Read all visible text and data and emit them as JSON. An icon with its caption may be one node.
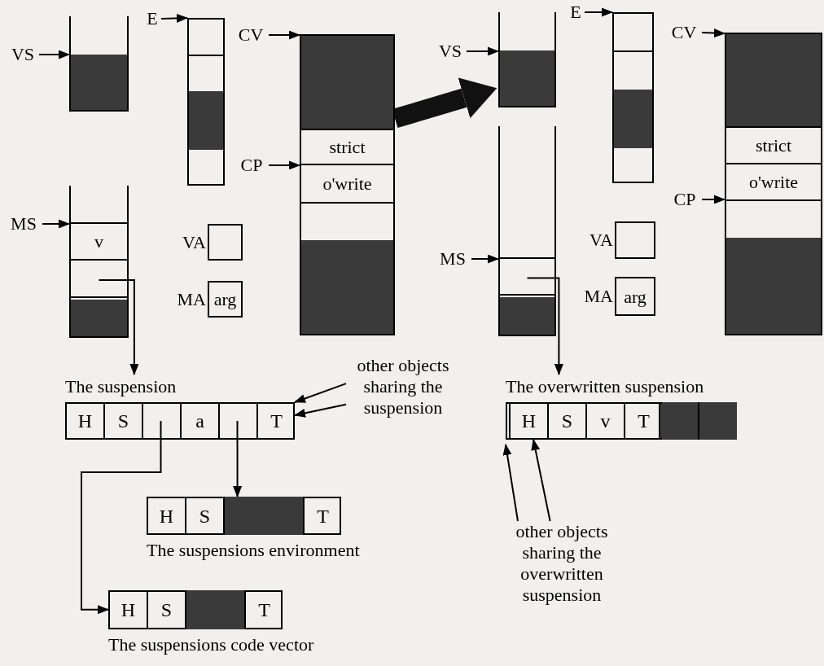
{
  "diagram": {
    "nodes": [
      {
        "text": [
          "VS"
        ]
      },
      {
        "text": [],
        "shape": "box"
      },
      {
        "text": [
          "E"
        ]
      },
      {
        "text": [],
        "shape": "box"
      },
      {
        "text": [
          "CV"
        ]
      },
      {
        "text": [],
        "shape": "box"
      },
      {
        "text": [
          "strict"
        ],
        "in": 5
      },
      {
        "text": [
          "o'write"
        ],
        "in": 5
      },
      {
        "text": [
          "CP"
        ]
      },
      {
        "text": [
          "MS"
        ]
      },
      {
        "text": [],
        "shape": "box"
      },
      {
        "text": [
          "v"
        ],
        "in": 10
      },
      {
        "text": [],
        "shape": "box",
        "in": 10
      },
      {
        "text": [],
        "shape": "box",
        "beside": [
          "VA"
        ]
      },
      {
        "text": [
          "arg"
        ],
        "beside": [
          "MA"
        ]
      },
      {
        "text": [
          "The suspension"
        ]
      },
      {
        "text": [
          "H"
        ],
        "in": 15
      },
      {
        "text": [
          "S"
        ],
        "in": 15
      },
      {
        "text": [],
        "shape": "box",
        "in": 15
      },
      {
        "text": [
          "a"
        ],
        "in": 15
      },
      {
        "text": [],
        "shape": "box",
        "in": 15
      },
      {
        "text": [
          "T"
        ],
        "in": 15
      },
      {
        "text": [
          "other objects sharing the suspension"
        ]
      },
      {
        "text": [
          "The suspensions environment"
        ]
      },
      {
        "text": [
          "H"
        ],
        "in": 23
      },
      {
        "text": [
          "S"
        ],
        "in": 23
      },
      {
        "text": [
          "T"
        ],
        "in": 23
      },
      {
        "text": [
          "The suspensions code vector"
        ]
      },
      {
        "text": [
          "H"
        ],
        "in": 27
      },
      {
        "text": [
          "S"
        ],
        "in": 27
      },
      {
        "text": [
          "T"
        ],
        "in": 27
      },
      {
        "text": [
          "VS"
        ]
      },
      {
        "text": [],
        "shape": "box"
      },
      {
        "text": [
          "E"
        ]
      },
      {
        "text": [],
        "shape": "box"
      },
      {
        "text": [
          "CV"
        ]
      },
      {
        "text": [],
        "shape": "box"
      },
      {
        "text": [
          "strict"
        ],
        "in": 36
      },
      {
        "text": [
          "o'write"
        ],
        "in": 36
      },
      {
        "text": [
          "CP"
        ]
      },
      {
        "text": [
          "MS"
        ]
      },
      {
        "text": [],
        "shape": "box"
      },
      {
        "text": [],
        "shape": "box",
        "in": 41
      },
      {
        "text": [],
        "shape": "box",
        "beside": [
          "VA"
        ]
      },
      {
        "text": [
          "arg"
        ],
        "beside": [
          "MA"
        ]
      },
      {
        "text": [
          "The overwritten suspension"
        ]
      },
      {
        "text": [
          "H"
        ],
        "in": 45
      },
      {
        "text": [
          "S"
        ],
        "in": 45
      },
      {
        "text": [
          "v"
        ],
        "in": 45
      },
      {
        "text": [
          "T"
        ],
        "in": 45
      },
      {
        "text": [
          "other objects sharing the overwritten suspension"
        ]
      },
      {
        "text": [],
        "shape": "box",
        "in": 5
      },
      {
        "text": [],
        "shape": "box",
        "in": 5
      },
      {
        "text": [],
        "shape": "box",
        "in": 36
      },
      {
        "text": [],
        "shape": "box",
        "in": 36
      }
    ],
    "edges": [
      {
        "from": 0,
        "to": 1,
        "arrow": "to"
      },
      {
        "from": 2,
        "to": 3,
        "arrow": "to"
      },
      {
        "from": 4,
        "to": 5,
        "arrow": "to"
      },
      {
        "from": 8,
        "to": 5,
        "arrow": "to"
      },
      {
        "from": 9,
        "to": 10,
        "arrow": "to"
      },
      {
        "from": 12,
        "to": 15,
        "arrow": "to"
      },
      {
        "from": 18,
        "to": 27,
        "arrow": "to"
      },
      {
        "from": 20,
        "to": 23,
        "arrow": "to"
      },
      {
        "from": 22,
        "to": 15,
        "arrow": "to"
      },
      {
        "from": 22,
        "to": 21,
        "arrow": "to"
      },
      {
        "from": 31,
        "to": 32,
        "arrow": "to"
      },
      {
        "from": 33,
        "to": 34,
        "arrow": "to"
      },
      {
        "from": 35,
        "to": 36,
        "arrow": "to"
      },
      {
        "from": 39,
        "to": 36,
        "arrow": "to"
      },
      {
        "from": 40,
        "to": 41,
        "arrow": "to"
      },
      {
        "from": 42,
        "to": 45,
        "arrow": "to"
      },
      {
        "from": 50,
        "to": 45,
        "arrow": "to"
      },
      {
        "from": 50,
        "to": 46,
        "arrow": "to"
      },
      {
        "from": 5,
        "to": 32,
        "arrow": "to",
        "style": "thick"
      }
    ]
  }
}
